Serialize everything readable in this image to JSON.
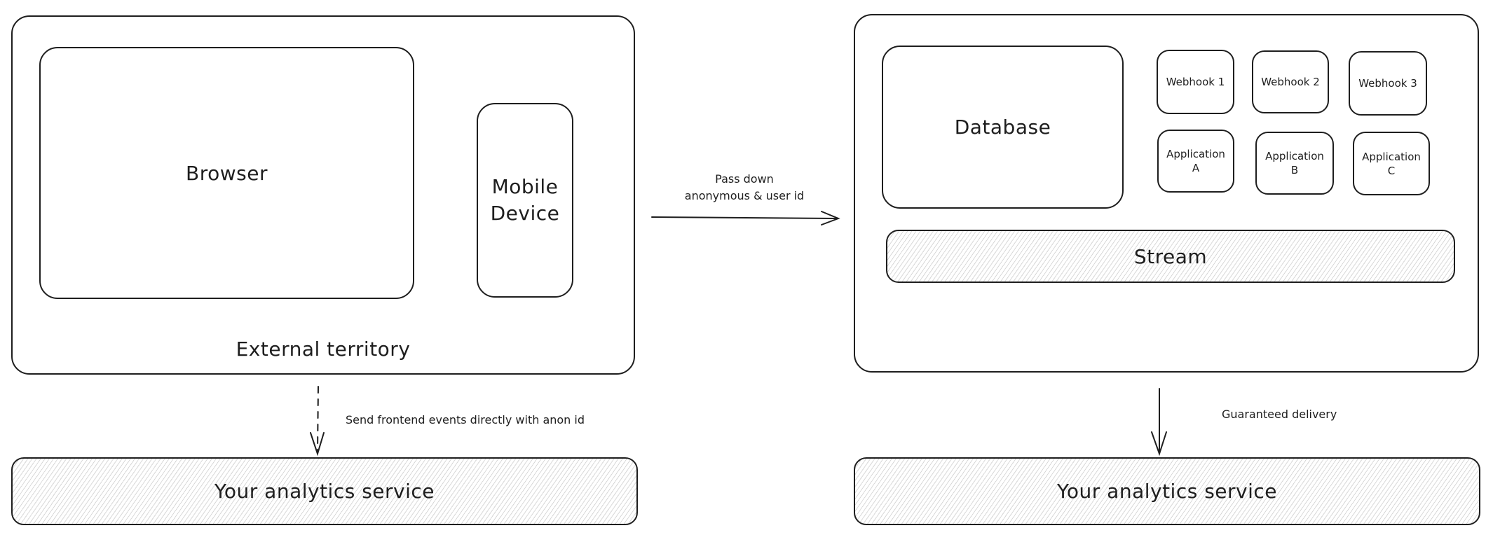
{
  "left_panel": {
    "title": "External territory",
    "browser": "Browser",
    "mobile": "Mobile Device"
  },
  "middle_arrow": {
    "line1": "Pass down",
    "line2": "anonymous & user id"
  },
  "right_panel": {
    "database": "Database",
    "webhooks": [
      "Webhook 1",
      "Webhook 2",
      "Webhook 3"
    ],
    "applications": [
      "Application A",
      "Application B",
      "Application C"
    ],
    "stream": "Stream"
  },
  "left_flow": {
    "label": "Send frontend events directly with anon id",
    "service": "Your analytics service"
  },
  "right_flow": {
    "label": "Guaranteed delivery",
    "service": "Your analytics service"
  }
}
